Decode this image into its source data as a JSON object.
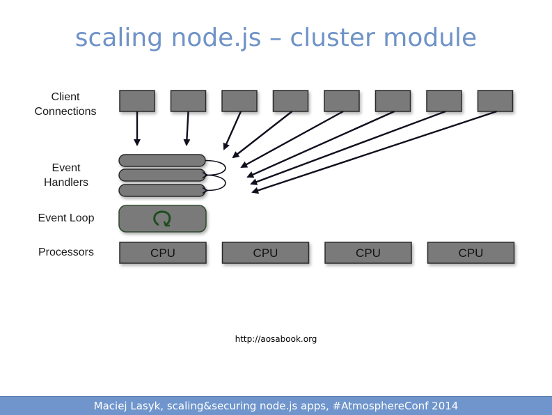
{
  "slide": {
    "title": "scaling node.js – cluster module",
    "source_link": "http://aosabook.org",
    "footer": "Maciej Lasyk, scaling&securing node.js apps, #AtmosphereConf 2014"
  },
  "diagram": {
    "row_labels": {
      "client_connections": "Client\nConnections",
      "event_handlers": "Event\nHandlers",
      "event_loop": "Event Loop",
      "processors": "Processors"
    },
    "client_connection_count": 8,
    "event_handler_count": 3,
    "event_loop_icon": "refresh-loop-icon",
    "cpus": [
      "CPU",
      "CPU",
      "CPU",
      "CPU"
    ],
    "colors": {
      "box_fill": "#7a7a7a",
      "box_stroke": "#2a2a2a",
      "event_loop_stroke": "#2f4a2f",
      "loop_icon": "#1e4d1e",
      "arrow": "#0f0f1e",
      "title": "#6f93c7",
      "footer_bg": "#6f95cc"
    }
  }
}
